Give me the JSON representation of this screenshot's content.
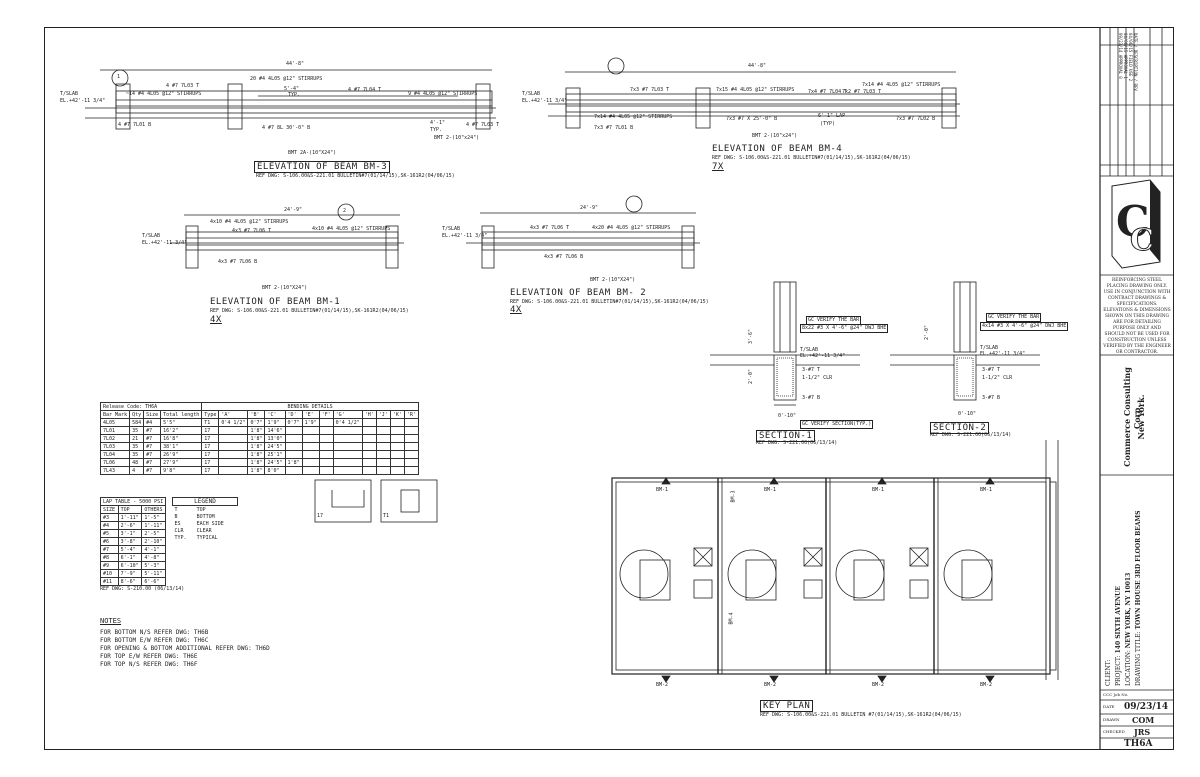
{
  "elevations": [
    {
      "title": "ELEVATION OF BEAM BM-3",
      "ref": "REF DWG: S-106.00&S-221.01 BULLETIN#7(01/14/15),SK-161R2(04/06/15)",
      "span": "44'-8\"",
      "mark": "1",
      "scale": "",
      "labels": [
        "4 #7 7L03  T",
        "20 #4 4L05 @12\" STIRRUPS",
        "5'-4\"",
        "TYP.",
        "4 #7 7L04  T",
        "9 #4 4L05 @12\" STIRRUPS",
        "4'-1\"",
        "TYP.",
        "4 #7 7L03  T",
        "BMT 2-(10\"x24\")",
        "4 #7 7L01  B",
        "4 #7 8L 30'-0\" B",
        "~14 #4 4L05 @12\" STIRRUPS",
        "BMT 2A-(10\"X24\")"
      ]
    },
    {
      "title": "ELEVATION OF BEAM BM-4",
      "ref": "REF DWG: S-106.00&S-221.01 BULLETIN#7(01/14/15),SK-161R2(04/06/15)",
      "span": "44'-8\"",
      "mark": "",
      "scale": "7X",
      "labels": [
        "7x3 #7 7L03  T",
        "7x15 #4 4L05 @12\" STIRRUPS",
        "7x4 #7 7L04  T",
        "7x14 #4 4L05 @12\" STIRRUPS",
        "7x2 #7 7L03  T",
        "7x14 #4 4L05 @12\" STIRRUPS",
        "7x3 #7 7L01  B",
        "7x3 #7 X 25'-0\" B",
        "6'-1\" LAP",
        "(TYP)",
        "7x3 #7 7L02  B",
        "BMT 2-(10\"x24\")"
      ]
    },
    {
      "title": "ELEVATION OF BEAM BM-1",
      "ref": "REF DWG: S-106.00&S-221.01 BULLETIN#7(01/14/15),SK-161R2(04/06/15)",
      "span": "24'-9\"",
      "mark": "2",
      "scale": "4X",
      "labels": [
        "4x10 #4 4L05 @12\" STIRRUPS",
        "4x3 #7 7L06  T",
        "4x10 #4 4L05 @12\" STIRRUPS",
        "4x3 #7 7L06  B",
        "BMT 2-(10\"X24\")"
      ]
    },
    {
      "title": "ELEVATION OF BEAM BM- 2",
      "ref": "REF DWG: S-106.00&S-221.01 BULLETIN#7(01/14/15),SK-161R2(04/06/15)",
      "span": "24'-9\"",
      "mark": "",
      "scale": "4X",
      "labels": [
        "4x3 #7 7L06  T",
        "4x20 #4 4L05 @12\" STIRRUPS",
        "4x3 #7 7L06  B",
        "BMT 2-(10\"X24\")"
      ]
    }
  ],
  "tslab": {
    "l1": "T/SLAB",
    "l2": "EL.+42'-11 3/4\""
  },
  "sections": [
    {
      "title": "SECTION-1",
      "ref": "REF DWG: S-221.00(06/13/14)",
      "gc1": "GC VERIFY THE BAR",
      "gc2": "8x22 #3 X 4'-6\" @24\" DWJ BHE",
      "notes": [
        "3-#7 T",
        "1-1/2\" CLR",
        "3-#7 B"
      ],
      "dims": [
        "0'-10\"",
        "3'-6\"",
        "2'-0\""
      ],
      "note2": "GC VERIFY SECTION(TYP.)"
    },
    {
      "title": "SECTION-2",
      "ref": "REF DWG: S-221.00(06/13/14)",
      "gc1": "GC VERIFY THE BAR",
      "gc2": "4x14 #3 X 4'-6\" @24\" DWJ BHE",
      "notes": [
        "3-#7 T",
        "1-1/2\" CLR",
        "3-#7 B"
      ],
      "dims": [
        "0'-10\"",
        "2'-0\""
      ],
      "note2": ""
    }
  ],
  "bending": {
    "release": "Release Code: TH6A",
    "title": "BENDING DETAILS",
    "headers": [
      "Bar Mark",
      "Qty",
      "Size",
      "Total length",
      "Type",
      "'A'",
      "'B'",
      "'C'",
      "'D'",
      "'E'",
      "'F'",
      "'G'",
      "'H'",
      "'J'",
      "'K'",
      "'R'"
    ],
    "rows": [
      [
        "4L05",
        "584",
        "#4",
        "5'5\"",
        "T1",
        "0'4 1/2\"",
        "0'7\"",
        "1'9\"",
        "0'7\"",
        "1'9\"",
        "",
        "0'4 1/2\"",
        "",
        "",
        "",
        ""
      ],
      [
        "7L01",
        "35",
        "#7",
        "16'2\"",
        "17",
        "",
        "1'8\"",
        "14'6\"",
        "",
        "",
        "",
        "",
        "",
        "",
        "",
        ""
      ],
      [
        "7L02",
        "21",
        "#7",
        "16'8\"",
        "17",
        "",
        "1'8\"",
        "13'0\"",
        "",
        "",
        "",
        "",
        "",
        "",
        "",
        ""
      ],
      [
        "7L03",
        "35",
        "#7",
        "38'1\"",
        "17",
        "",
        "1'8\"",
        "24'5\"",
        "",
        "",
        "",
        "",
        "",
        "",
        "",
        ""
      ],
      [
        "7L04",
        "35",
        "#7",
        "26'9\"",
        "17",
        "",
        "1'8\"",
        "25'1\"",
        "",
        "",
        "",
        "",
        "",
        "",
        "",
        ""
      ],
      [
        "7L06",
        "48",
        "#7",
        "27'9\"",
        "17",
        "",
        "1'8\"",
        "24'5\"",
        "1'8\"",
        "",
        "",
        "",
        "",
        "",
        "",
        ""
      ],
      [
        "7L43",
        "4",
        "#7",
        "9'8\"",
        "17",
        "",
        "1'8\"",
        "8'0\"",
        "",
        "",
        "",
        "",
        "",
        "",
        "",
        ""
      ]
    ]
  },
  "lap": {
    "title": "LAP TABLE - 5000 PSI",
    "headers": [
      "SIZE",
      "TOP",
      "OTHERS"
    ],
    "rows": [
      [
        "#3",
        "1'-11\"",
        "1'-5\""
      ],
      [
        "#4",
        "2'-6\"",
        "1'-11\""
      ],
      [
        "#5",
        "3'-1\"",
        "2'-5\""
      ],
      [
        "#6",
        "3'-8\"",
        "2'-10\""
      ],
      [
        "#7",
        "5'-4\"",
        "4'-1\""
      ],
      [
        "#8",
        "6'-1\"",
        "4'-8\""
      ],
      [
        "#9",
        "6'-10\"",
        "5'-3\""
      ],
      [
        "#10",
        "7'-9\"",
        "5'-11\""
      ],
      [
        "#11",
        "8'-6\"",
        "6'-6\""
      ]
    ],
    "ref": "REF DWG: S-210.00 (06/13/14)"
  },
  "legend": {
    "title": "LEGEND",
    "items": [
      [
        "T",
        "TOP"
      ],
      [
        "B",
        "BOTTOM"
      ],
      [
        "ES",
        "EACH SIDE"
      ],
      [
        "CLR",
        "CLEAR"
      ],
      [
        "TYP.",
        "TYPICAL"
      ]
    ]
  },
  "shapes": [
    "17",
    "T1"
  ],
  "notes": {
    "title": "NOTES",
    "lines": [
      "FOR BOTTOM N/S REFER DWG: TH6B",
      "FOR BOTTOM E/W REFER DWG: TH6C",
      "FOR OPENING & BOTTOM ADDITIONAL REFER DWG: TH6D",
      "FOR TOP E/W REFER DWG: TH6E",
      "FOR TOP N/S REFER DWG: TH6F"
    ]
  },
  "keyplan": {
    "title": "KEY PLAN",
    "ref": "REF DWG: S-106.00&S-221.01 BULLETIN #7(01/14/15),SK-161R2(04/06/15)",
    "top": "BM-1",
    "bottom": "BM-2",
    "side3": "BM-3",
    "side4": "BM-4"
  },
  "revisions": {
    "headers": [
      "DATE",
      "DESCRIPTION",
      "REV"
    ],
    "rows": [
      [
        "04/06/15",
        "FIELD USE",
        "2"
      ],
      [
        "04/06/15",
        "APPROVAL",
        "1"
      ],
      [
        "09/23/14",
        "APPROVAL",
        "0"
      ]
    ]
  },
  "disclaimer": "REINFORCING STEEL PLACING DRAWING ONLY. USE IN CONJUNCTION WITH CONTRACT DRAWINGS & SPECIFICATIONS. ELEVATIONS & DIMENSIONS SHOWN ON THIS DRAWING ARE FOR DETAILING PURPOSE ONLY AND SHOULD NOT BE USED FOR CONSTRUCTION UNLESS VERIFIED BY THE ENGINEER OR CONTRACTOR.",
  "company": {
    "name": "Commerce Consulting Corp.",
    "city": "New York."
  },
  "titleblock": {
    "client_label": "CLIENT:",
    "project_label": "PROJECT:",
    "project": "140 SIXTH AVENUE",
    "location_label": "LOCATION:",
    "location": "NEW YORK, NY 10013",
    "title_label": "DRAWING TITLE:",
    "title": "TOWN HOUSE 3RD FLOOR BEAMS",
    "job_label": "CCC Job No.",
    "date_label": "DATE",
    "date": "09/23/14",
    "drawn_label": "DRAWN",
    "drawn": "COM",
    "checked_label": "CHECKED",
    "checked": "JRS",
    "sheet": "TH6A"
  }
}
